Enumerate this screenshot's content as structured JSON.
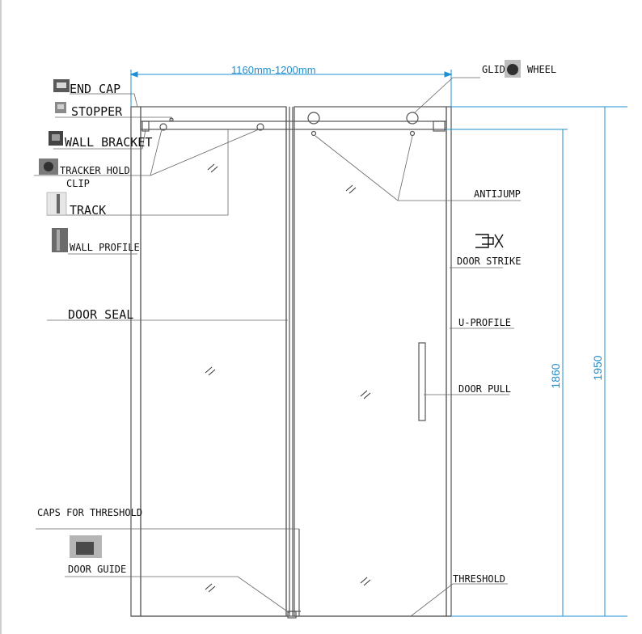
{
  "dimensions": {
    "width_range": "1160mm-1200mm",
    "track_height": "1860",
    "total_height": "1950"
  },
  "labels": {
    "end_cap": "END CAP",
    "stopper": "STOPPER",
    "wall_bracket": "WALL BRACKET",
    "tracker_hold_clip_1": "TRACKER HOLD",
    "tracker_hold_clip_2": "CLIP",
    "track": "TRACK",
    "wall_profile": "WALL PROFILE",
    "door_seal": "DOOR SEAL",
    "caps_for_threshold": "CAPS FOR THRESHOLD",
    "door_guide": "DOOR GUIDE",
    "glid": "GLID",
    "wheel": "WHEEL",
    "antijump": "ANTIJUMP",
    "door_strike": "DOOR STRIKE",
    "u_profile": "U-PROFILE",
    "door_pull": "DOOR PULL",
    "threshold": "THRESHOLD"
  },
  "colors": {
    "line": "#555555",
    "dimension": "#1f8fd0",
    "text": "#111111"
  }
}
